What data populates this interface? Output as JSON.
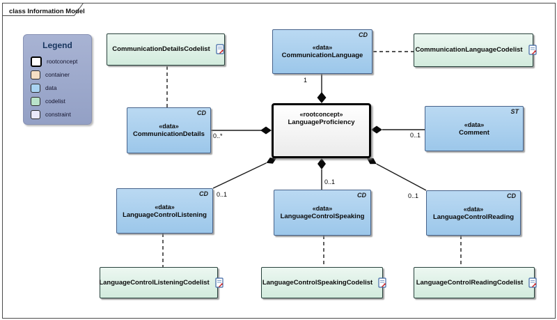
{
  "frame": {
    "title": "class Information Model"
  },
  "legend": {
    "title": "Legend",
    "items": [
      {
        "label": "rootconcept",
        "color": "#ffffff"
      },
      {
        "label": "container",
        "color": "#f5dfc4"
      },
      {
        "label": "data",
        "color": "#a9d3f2"
      },
      {
        "label": "codelist",
        "color": "#b9e3ca"
      },
      {
        "label": "constraint",
        "color": "#e9e9fa"
      }
    ]
  },
  "nodes": {
    "communication_details_codelist": {
      "name": "CommunicationDetailsCodelist",
      "kind": "codelist",
      "icon": "document-icon"
    },
    "communication_language": {
      "stereotype": "«data»",
      "name": "CommunicationLanguage",
      "tag": "CD",
      "kind": "data"
    },
    "communication_language_codelist": {
      "name": "CommunicationLanguageCodelist",
      "kind": "codelist",
      "icon": "document-icon"
    },
    "communication_details": {
      "stereotype": "«data»",
      "name": "CommunicationDetails",
      "tag": "CD",
      "kind": "data"
    },
    "language_proficiency": {
      "stereotype": "«rootconcept»",
      "name": "LanguageProficiency",
      "kind": "rootconcept"
    },
    "comment": {
      "stereotype": "«data»",
      "name": "Comment",
      "tag": "ST",
      "kind": "data"
    },
    "language_control_listening": {
      "stereotype": "«data»",
      "name": "LanguageControlListening",
      "tag": "CD",
      "kind": "data"
    },
    "language_control_speaking": {
      "stereotype": "«data»",
      "name": "LanguageControlSpeaking",
      "tag": "CD",
      "kind": "data"
    },
    "language_control_reading": {
      "stereotype": "«data»",
      "name": "LanguageControlReading",
      "tag": "CD",
      "kind": "data"
    },
    "language_control_listening_codelist": {
      "name": "LanguageControlListeningCodelist",
      "kind": "codelist",
      "icon": "document-icon"
    },
    "language_control_speaking_codelist": {
      "name": "LanguageControlSpeakingCodelist",
      "kind": "codelist",
      "icon": "document-icon"
    },
    "language_control_reading_codelist": {
      "name": "LanguageControlReadingCodelist",
      "kind": "codelist",
      "icon": "document-icon"
    }
  },
  "multiplicities": {
    "communication_language": "1",
    "communication_details": "0..*",
    "comment": "0..1",
    "listening": "0..1",
    "speaking": "0..1",
    "reading": "0..1"
  },
  "colors": {
    "data_fill": "#a5cdec",
    "codelist_fill": "#ddf0e6",
    "rootconcept_fill": "#f8f8f8",
    "legend_bg": "#9fabcc",
    "connector": "#1a1a1a"
  }
}
